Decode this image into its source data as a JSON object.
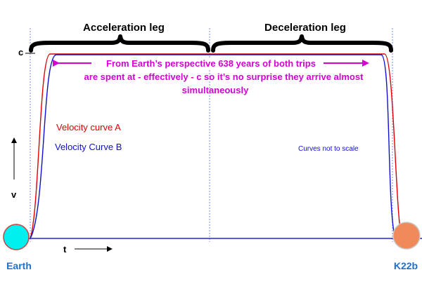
{
  "diagram": {
    "legs": {
      "acceleration": "Acceleration leg",
      "deceleration": "Deceleration leg"
    },
    "c_label": "c",
    "annotation": [
      "From Earth’s perspective 638 years of both trips",
      "are spent at - effectively - c so it’s no surprise they arrive almost",
      "simultaneously"
    ],
    "curves": {
      "a": {
        "label": "Velocity curve A",
        "color": "#e00000"
      },
      "b": {
        "label": "Velocity Curve B",
        "color": "#1010d0"
      }
    },
    "note": "Curves not to scale",
    "axes": {
      "v": "v",
      "t": "t"
    },
    "bodies": {
      "earth": {
        "label": "Earth",
        "color": "#00f0f0"
      },
      "destination": {
        "label": "K22b",
        "color": "#f08a5a"
      }
    },
    "colors": {
      "annotation": "#d400d4",
      "baseline": "#2222dd",
      "guides": "#aab0e8"
    }
  }
}
